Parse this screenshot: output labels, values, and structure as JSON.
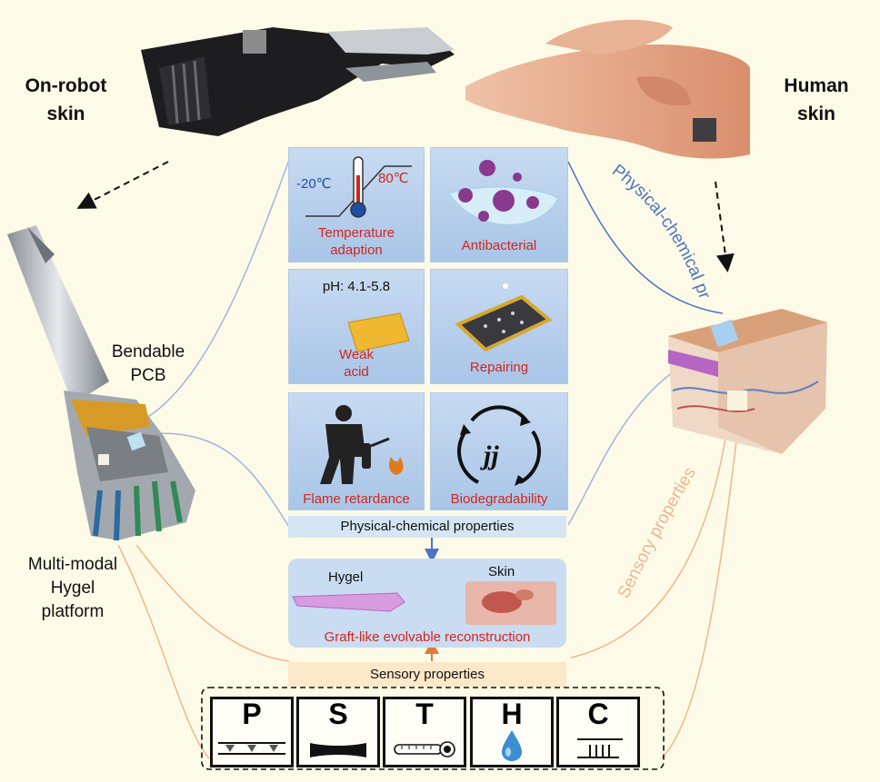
{
  "labels": {
    "on_robot_skin": [
      "On-robot",
      "skin"
    ],
    "human_skin": [
      "Human",
      "skin"
    ],
    "bendable_pcb": [
      "Bendable",
      "PCB"
    ],
    "multimodal": [
      "Multi-modal",
      "Hygel",
      "platform"
    ],
    "physical_chemical_curve": "Physical-chemical properties",
    "sensory_curve": "Sensory properties"
  },
  "panels": {
    "temperature": {
      "low": "-20℃",
      "high": "80℃",
      "caption": [
        "Temperature",
        "adaption"
      ]
    },
    "antibacterial": {
      "caption": "Antibacterial"
    },
    "weak_acid": {
      "ph": "pH: 4.1-5.8",
      "caption": [
        "Weak",
        "acid"
      ]
    },
    "repairing": {
      "caption": "Repairing"
    },
    "flame": {
      "caption": "Flame retardance"
    },
    "biodegradability": {
      "caption": "Biodegradability"
    }
  },
  "bars": {
    "physical_chemical": "Physical-chemical properties",
    "sensory": "Sensory properties"
  },
  "graft": {
    "hygel": "Hygel",
    "skin": "Skin",
    "caption": "Graft-like evolvable reconstruction"
  },
  "sensors": [
    "P",
    "S",
    "T",
    "H",
    "C"
  ],
  "colors": {
    "background": "#fdfbe7",
    "panel_blue": "#b8d0ee",
    "caption_red": "#d0261f",
    "blue_line": "#4d74c4",
    "orange_line": "#e09a73",
    "bar_blue": "#d5e5f4",
    "bar_orange": "#fbe8c9"
  }
}
